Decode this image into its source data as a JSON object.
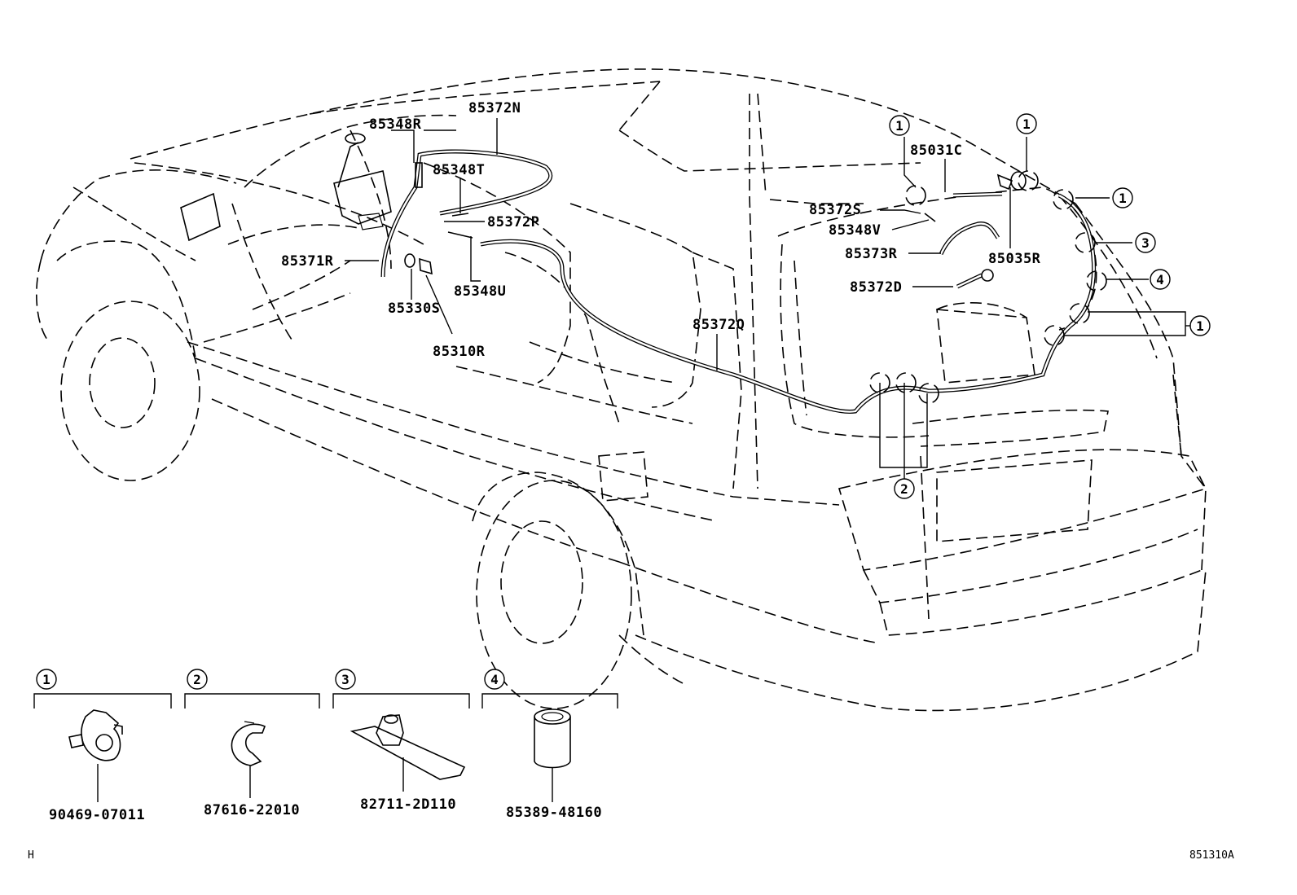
{
  "diagram": {
    "part_labels": {
      "p85372N": "85372N",
      "p85348R": "85348R",
      "p85348T": "85348T",
      "p85372P": "85372P",
      "p85371R": "85371R",
      "p85348U": "85348U",
      "p85330S": "85330S",
      "p85310R": "85310R",
      "p85372Q": "85372Q",
      "p85031C": "85031C",
      "p85372S": "85372S",
      "p85348V": "85348V",
      "p85373R": "85373R",
      "p85035R": "85035R",
      "p85372D": "85372D"
    },
    "callouts": {
      "c1": "1",
      "c2": "2",
      "c3": "3",
      "c4": "4"
    },
    "legend": [
      {
        "index": "1",
        "part_no": "90469-07011"
      },
      {
        "index": "2",
        "part_no": "87616-22010"
      },
      {
        "index": "3",
        "part_no": "82711-2D110"
      },
      {
        "index": "4",
        "part_no": "85389-48160"
      }
    ],
    "footer": {
      "left_code": "H",
      "right_code": "851310A"
    }
  }
}
